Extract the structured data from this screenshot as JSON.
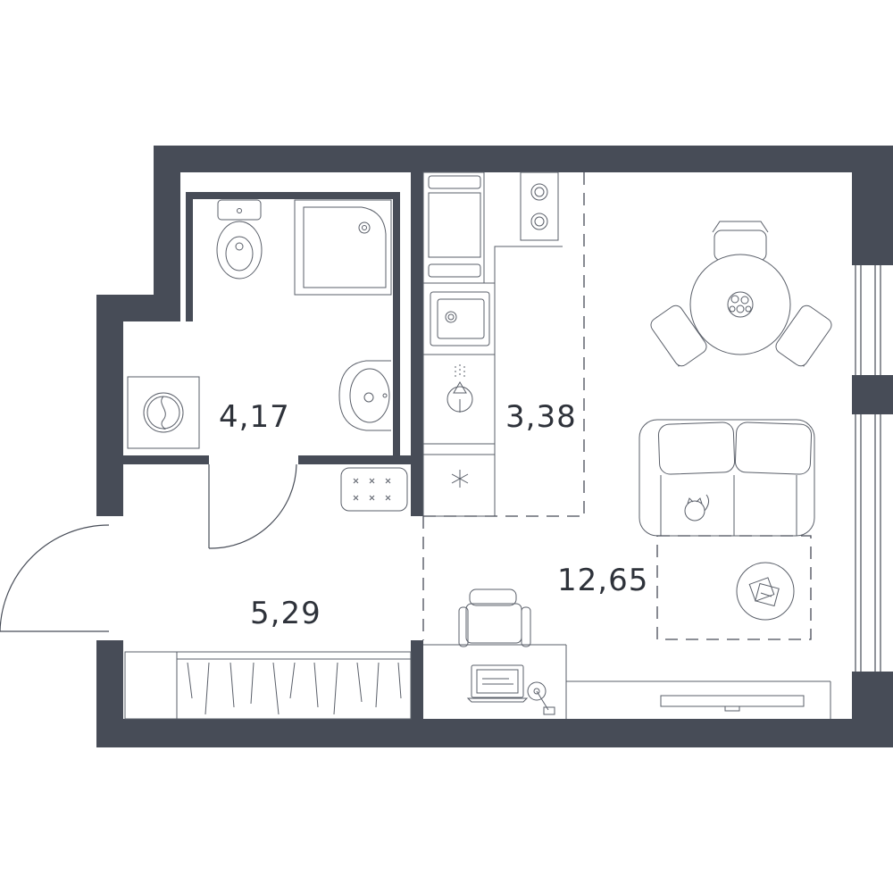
{
  "rooms": {
    "bathroom": {
      "area": "4,17"
    },
    "kitchen": {
      "area": "3,38"
    },
    "living": {
      "area": "12,65"
    },
    "hallway": {
      "area": "5,29"
    }
  },
  "colors": {
    "wall": "#474c57",
    "line": "#474c57",
    "background": "#ffffff"
  }
}
